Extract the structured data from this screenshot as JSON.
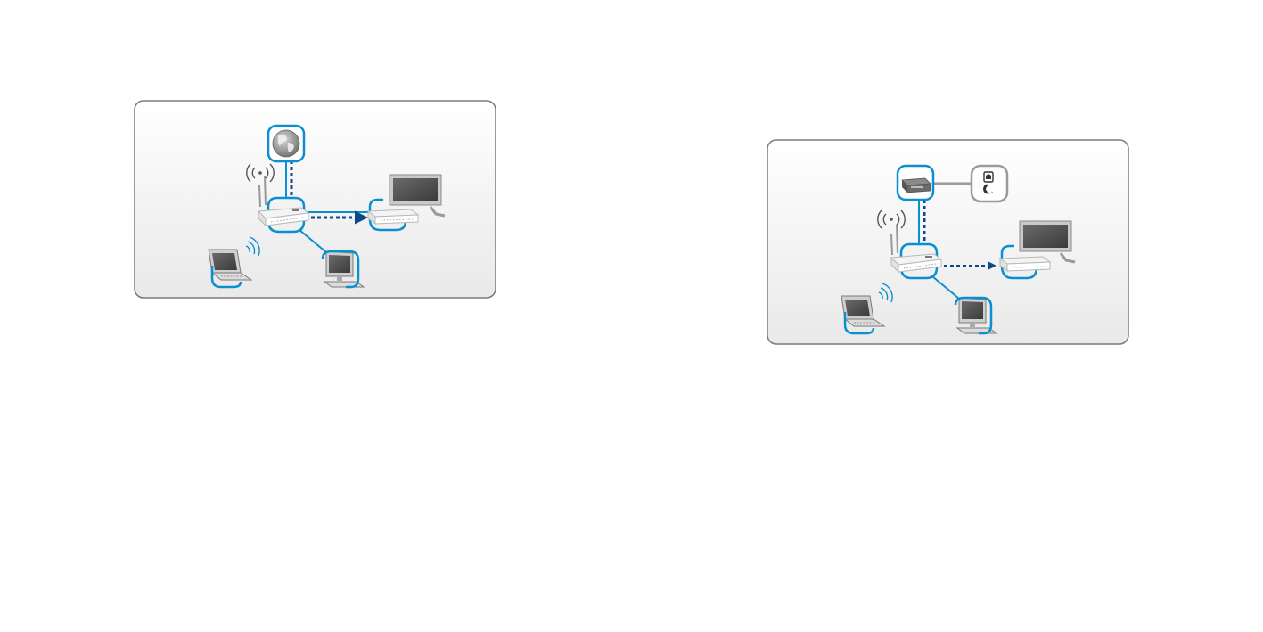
{
  "colors": {
    "accent": "#0a8fd1",
    "link_dark": "#0b4a8a",
    "panel_border": "#7a7a7a",
    "panel_fill_top": "#ffffff",
    "panel_fill_bottom": "#ececec",
    "socket_border": "#9a9a9a"
  },
  "diagrams": [
    {
      "name": "internet-setup",
      "nodes": [
        "globe-icon",
        "router-icon",
        "media-bridge-icon",
        "tv-icon",
        "laptop-icon",
        "desktop-computer-icon",
        "wifi-signal-icon"
      ],
      "links": [
        {
          "from": "router-icon",
          "to": "globe-icon",
          "style": "solid+dashed"
        },
        {
          "from": "router-icon",
          "to": "media-bridge-icon",
          "style": "solid+dashed-arrow"
        },
        {
          "from": "router-icon",
          "to": "desktop-computer-icon",
          "style": "solid"
        },
        {
          "from": "router-icon",
          "to": "laptop-icon",
          "style": "wireless"
        }
      ]
    },
    {
      "name": "dsl-setup",
      "nodes": [
        "modem-icon",
        "phone-socket-icon",
        "router-icon",
        "media-bridge-icon",
        "tv-icon",
        "laptop-icon",
        "desktop-computer-icon",
        "wifi-signal-icon"
      ],
      "links": [
        {
          "from": "modem-icon",
          "to": "phone-socket-icon",
          "style": "solid-gray"
        },
        {
          "from": "router-icon",
          "to": "modem-icon",
          "style": "solid+dashed"
        },
        {
          "from": "router-icon",
          "to": "media-bridge-icon",
          "style": "dashed-arrow"
        },
        {
          "from": "router-icon",
          "to": "desktop-computer-icon",
          "style": "solid"
        },
        {
          "from": "router-icon",
          "to": "laptop-icon",
          "style": "wireless"
        }
      ]
    }
  ]
}
